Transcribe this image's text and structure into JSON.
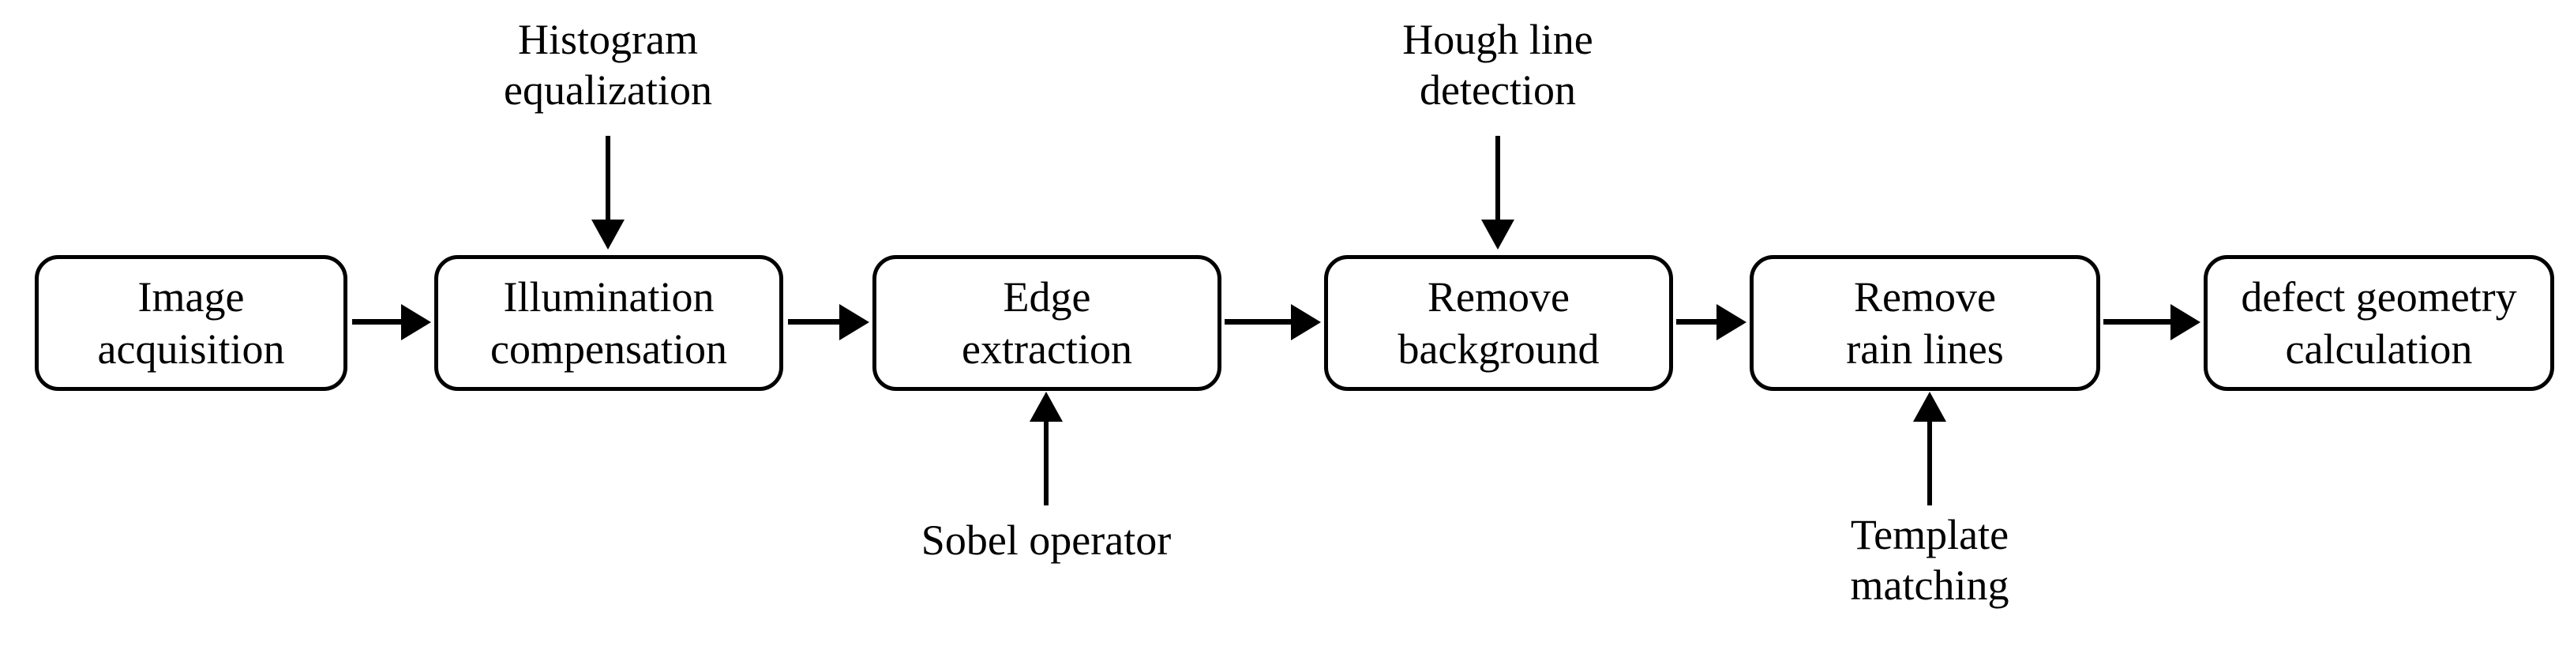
{
  "diagram": {
    "type": "flowchart",
    "background_color": "#ffffff",
    "stroke_color": "#000000",
    "nodes": [
      {
        "id": "image-acquisition",
        "line1": "Image",
        "line2": "acquisition"
      },
      {
        "id": "illumination-compensation",
        "line1": "Illumination",
        "line2": "compensation"
      },
      {
        "id": "edge-extraction",
        "line1": "Edge",
        "line2": "extraction"
      },
      {
        "id": "remove-background",
        "line1": "Remove",
        "line2": "background"
      },
      {
        "id": "remove-rain-lines",
        "line1": "Remove",
        "line2": "rain lines"
      },
      {
        "id": "defect-geometry-calculation",
        "line1": "defect geometry",
        "line2": "calculation"
      }
    ],
    "flow": [
      "Image acquisition -> Illumination compensation",
      "Illumination compensation -> Edge extraction",
      "Edge extraction -> Remove background",
      "Remove background -> Remove rain lines",
      "Remove rain lines -> defect geometry calculation"
    ],
    "annotations": [
      {
        "id": "histogram-equalization",
        "line1": "Histogram",
        "line2": "equalization",
        "position": "above",
        "target": "Illumination compensation"
      },
      {
        "id": "hough-line-detection",
        "line1": "Hough line",
        "line2": "detection",
        "position": "above",
        "target": "Remove background"
      },
      {
        "id": "sobel-operator",
        "line1": "Sobel operator",
        "line2": "",
        "position": "below",
        "target": "Edge extraction"
      },
      {
        "id": "template-matching",
        "line1": "Template",
        "line2": "matching",
        "position": "below",
        "target": "Remove rain lines"
      }
    ]
  }
}
